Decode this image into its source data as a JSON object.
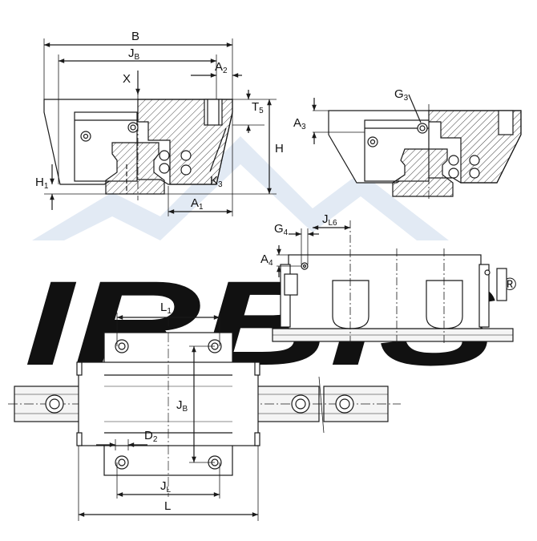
{
  "colors": {
    "line": "#1a1a1a",
    "hatch": "#444444",
    "part_fill": "#ffffff",
    "rail_fill": "#f4f4f4",
    "watermark": "#dfe8f3",
    "watermark_text": "#d9e3ef"
  },
  "watermark": {
    "brand": "IRBIS",
    "registered": "®"
  },
  "labels": {
    "B": {
      "main": "B"
    },
    "JB": {
      "main": "J",
      "sub": "B"
    },
    "A2": {
      "main": "A",
      "sub": "2"
    },
    "X": {
      "main": "X"
    },
    "T5": {
      "main": "T",
      "sub": "5"
    },
    "H": {
      "main": "H"
    },
    "H1": {
      "main": "H",
      "sub": "1"
    },
    "K3": {
      "main": "K",
      "sub": "3"
    },
    "A1": {
      "main": "A",
      "sub": "1"
    },
    "G3": {
      "main": "G",
      "sub": "3"
    },
    "A3": {
      "main": "A",
      "sub": "3"
    },
    "G4": {
      "main": "G",
      "sub": "4"
    },
    "JL6": {
      "main": "J",
      "sub": "L6"
    },
    "A4": {
      "main": "A",
      "sub": "4"
    },
    "L1": {
      "main": "L",
      "sub": "1"
    },
    "JB2": {
      "main": "J",
      "sub": "B"
    },
    "D2": {
      "main": "D",
      "sub": "2"
    },
    "JL": {
      "main": "J",
      "sub": "L"
    },
    "L": {
      "main": "L"
    }
  }
}
